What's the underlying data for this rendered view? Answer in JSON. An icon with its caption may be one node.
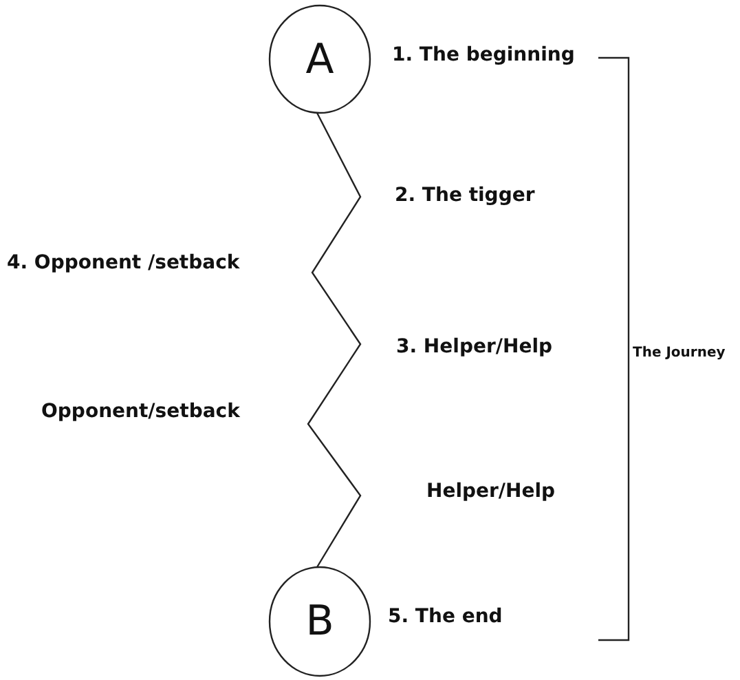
{
  "diagram": {
    "nodes": [
      {
        "text": [
          "A"
        ],
        "beside": [
          "1. The beginning"
        ]
      },
      {
        "text": [
          "B"
        ],
        "beside": [
          "5. The end"
        ]
      }
    ],
    "edges": [
      {
        "from": 0,
        "to": 1,
        "arrow": "none"
      }
    ],
    "labels": [
      "2. The tigger",
      "4. Opponent /setback",
      "3. Helper/Help",
      "Opponent/setback",
      "Helper/Help",
      "The Journey"
    ]
  }
}
